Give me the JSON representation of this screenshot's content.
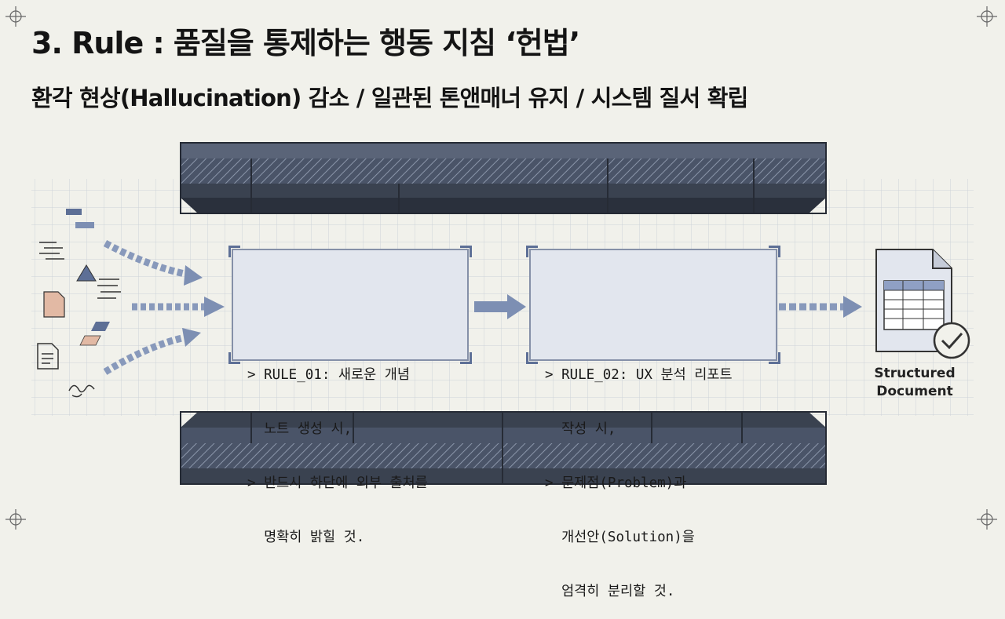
{
  "header": {
    "title": "3. Rule : 품질을 통제하는 행동 지침 ‘헌법’",
    "subtitle": "환각 현상(Hallucination) 감소 / 일관된 톤앤매너 유지 / 시스템 질서 확립"
  },
  "rules": [
    {
      "id": "rule-01",
      "lines": [
        "> RULE_01: 새로운 개념",
        "  노트 생성 시,",
        "> 반드시 하단에 외부 출처를",
        "  명확히 밝힐 것."
      ]
    },
    {
      "id": "rule-02",
      "lines": [
        "> RULE_02: UX 분석 리포트",
        "  작성 시,",
        "> 문제점(Problem)과",
        "  개선안(Solution)을",
        "  엄격히 분리할 것."
      ]
    }
  ],
  "output": {
    "label_line1": "Structured",
    "label_line2": "Document"
  },
  "colors": {
    "background": "#f1f1eb",
    "grid": "#cdd2d8",
    "wall": "#3a4250",
    "box_fill": "#e2e6ee",
    "arrow": "#8899bb",
    "accent": "#5d6f96"
  }
}
